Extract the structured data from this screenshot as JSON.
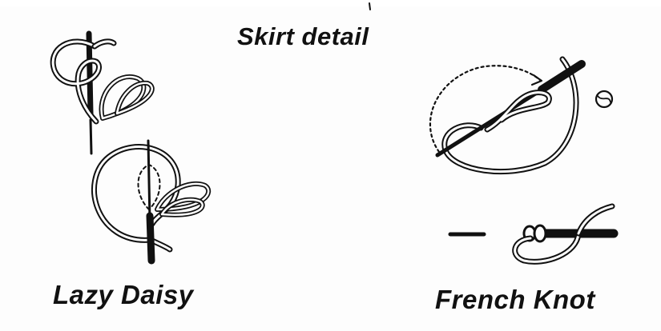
{
  "title": "Skirt  detail",
  "stitches": [
    {
      "name": "Lazy Daisy"
    },
    {
      "name": "French Knot"
    }
  ],
  "colors": {
    "ink": "#111111",
    "paper": "#fdfdfd"
  }
}
